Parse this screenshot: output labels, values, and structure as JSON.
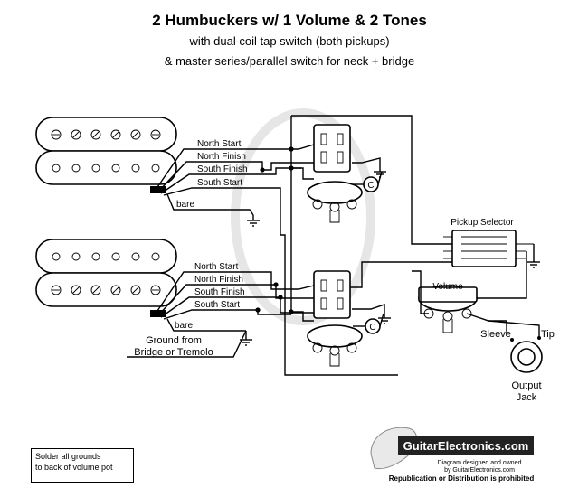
{
  "title": "2 Humbuckers w/ 1 Volume & 2 Tones",
  "subtitle_1": "with dual coil tap switch (both pickups)",
  "subtitle_2": "& master series/parallel switch for neck + bridge",
  "neck_pickup": {
    "wires": [
      "North Start",
      "North Finish",
      "South Finish",
      "South Start"
    ],
    "bare": "bare"
  },
  "bridge_pickup": {
    "wires": [
      "North Start",
      "North Finish",
      "South Finish",
      "South Start"
    ],
    "bare": "bare"
  },
  "ground_note": [
    "Ground from",
    "Bridge or Tremolo"
  ],
  "pickup_selector_label": "Pickup Selector",
  "volume_label": "Volume",
  "capacitor_label": "C",
  "jack": {
    "sleeve_label": "Sleeve",
    "tip_label": "Tip",
    "name_line1": "Output",
    "name_line2": "Jack"
  },
  "solder_note": [
    "Solder all grounds",
    "to back of volume pot"
  ],
  "logo": {
    "brand": "GuitarElectronics.com",
    "line1": "Diagram designed and owned",
    "line2": "by GuitarElectronics.com",
    "line3": "Republication or Distribution is prohibited"
  }
}
